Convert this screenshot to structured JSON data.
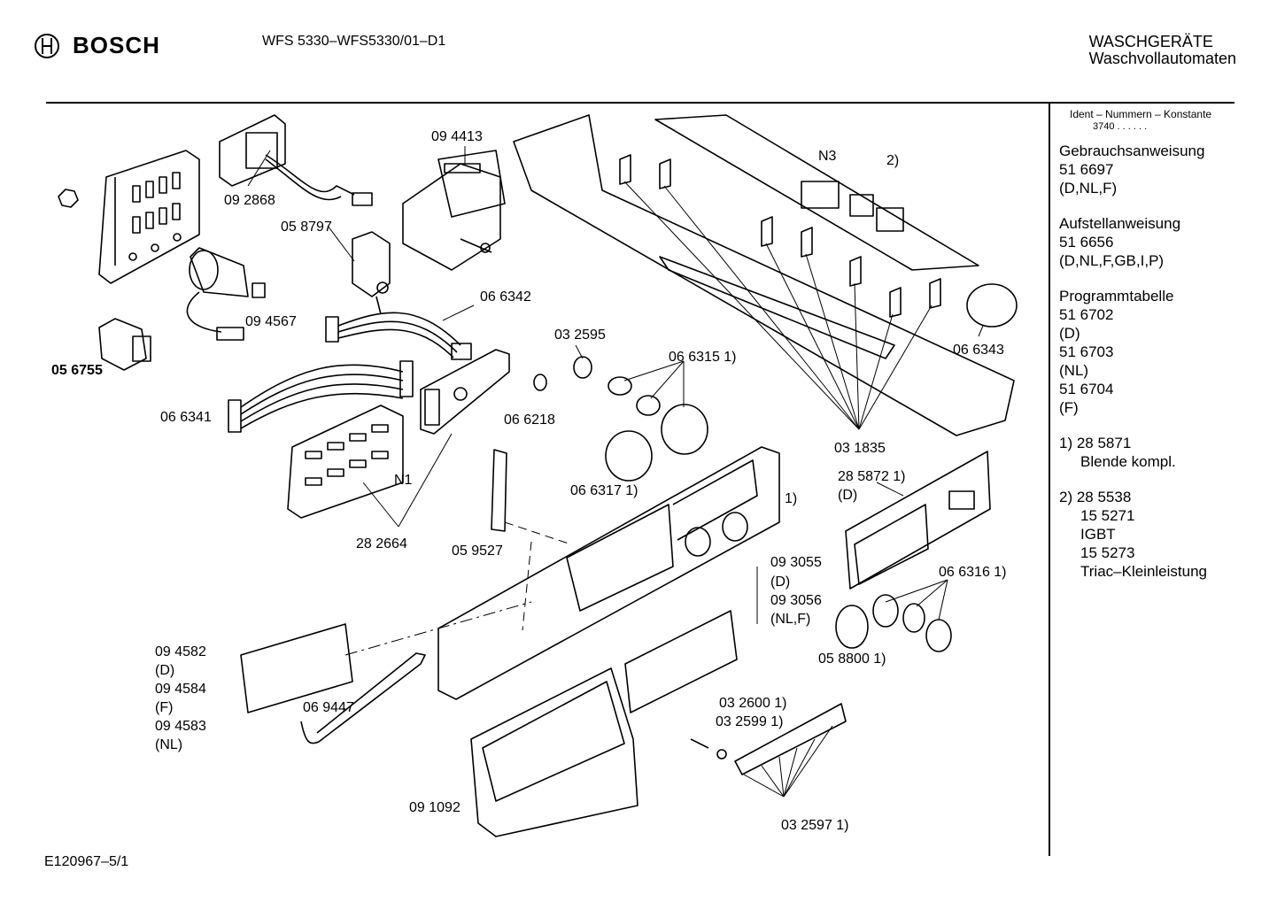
{
  "header": {
    "brand": "BOSCH",
    "model": "WFS 5330–WFS5330/01–D1",
    "category_line1": "WASCHGERÄTE",
    "category_line2": "Waschvollautomaten"
  },
  "footer": {
    "code": "E120967–5/1"
  },
  "sidebar": {
    "ident_title": "Ident – Nummern – Konstante",
    "ident_value": "3740  .  .  .  .  .  .",
    "blocks": [
      {
        "lines": [
          "Gebrauchsanweisung",
          "51 6697",
          "(D,NL,F)"
        ]
      },
      {
        "lines": [
          "Aufstellanweisung",
          "51 6656",
          "(D,NL,F,GB,I,P)"
        ]
      },
      {
        "lines": [
          "Programmtabelle",
          "51 6702",
          "(D)",
          "51 6703",
          "(NL)",
          "51 6704",
          "(F)"
        ]
      }
    ],
    "notes": [
      {
        "lines": [
          "1)  28 5871",
          "Blende kompl."
        ]
      },
      {
        "lines": [
          "2)  28 5538",
          "15 5271",
          "IGBT",
          "15 5273",
          "Triac–Kleinleistung"
        ]
      }
    ]
  },
  "parts": {
    "p094413": "09 4413",
    "p092868": "09 2868",
    "p058797": "05 8797",
    "p094567": "09 4567",
    "p056755": "05 6755",
    "p066342": "06 6342",
    "p066341": "06 6341",
    "p032595": "03 2595",
    "p066315": "06 6315 1)",
    "p066218": "06 6218",
    "p066317": "06 6317 1)",
    "pN1": "N1",
    "p282664": "28 2664",
    "p059527": "05 9527",
    "pN3": "N3",
    "p2": "2)",
    "p066343": "06 6343",
    "p031835": "03 1835",
    "p285872": "28 5872 1)",
    "p285872b": "(D)",
    "p1": "1)",
    "p093055": "09 3055",
    "p093055b": "(D)",
    "p093056": "09 3056",
    "p093056b": "(NL,F)",
    "p066316": "06 6316 1)",
    "p058800": "05 8800 1)",
    "p094582": "09 4582",
    "p094582b": "(D)",
    "p094584": "09 4584",
    "p094584b": "(F)",
    "p094583": "09 4583",
    "p094583b": "(NL)",
    "p069447": "06 9447",
    "p032600": "03 2600 1)",
    "p032599": "03 2599 1)",
    "p091092": "09 1092",
    "p032597": "03 2597 1)"
  }
}
